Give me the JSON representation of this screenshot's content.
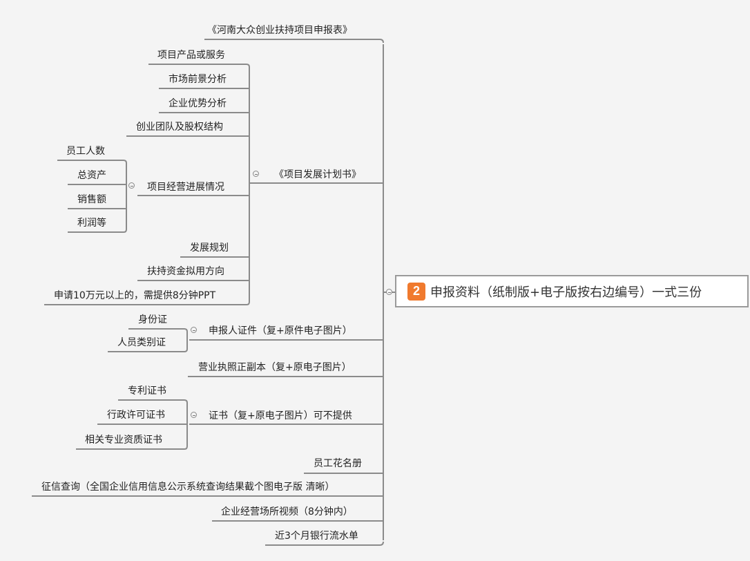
{
  "root": {
    "badge": "2",
    "label": "申报资料（纸制版+电子版按右边编号）一式三份"
  },
  "branches": {
    "henan_form": "《河南大众创业扶持项目申报表》",
    "plan": {
      "label": "《项目发展计划书》",
      "children": {
        "product": "项目产品或服务",
        "market": "市场前景分析",
        "advantage": "企业优势分析",
        "team": "创业团队及股权结构",
        "progress": {
          "label": "项目经营进展情况",
          "children": {
            "staff": "员工人数",
            "assets": "总资产",
            "sales": "销售额",
            "profit": "利润等"
          }
        },
        "development": "发展规划",
        "funds": "扶持资金拟用方向",
        "ppt": "申请10万元以上的，需提供8分钟PPT"
      }
    },
    "id_docs": {
      "label": "申报人证件（复+原件电子图片）",
      "children": {
        "idcard": "身份证",
        "category": "人员类别证"
      }
    },
    "license": "营业执照正副本（复+原电子图片）",
    "certs": {
      "label": "证书（复+原电子图片）可不提供",
      "children": {
        "patent": "专利证书",
        "permit": "行政许可证书",
        "qualification": "相关专业资质证书"
      }
    },
    "roster": "员工花名册",
    "credit": "征信查询（全国企业信用信息公示系统查询结果截个图电子版 清晰）",
    "video": "企业经营场所视频（8分钟内）",
    "bank": "近3个月银行流水单"
  }
}
